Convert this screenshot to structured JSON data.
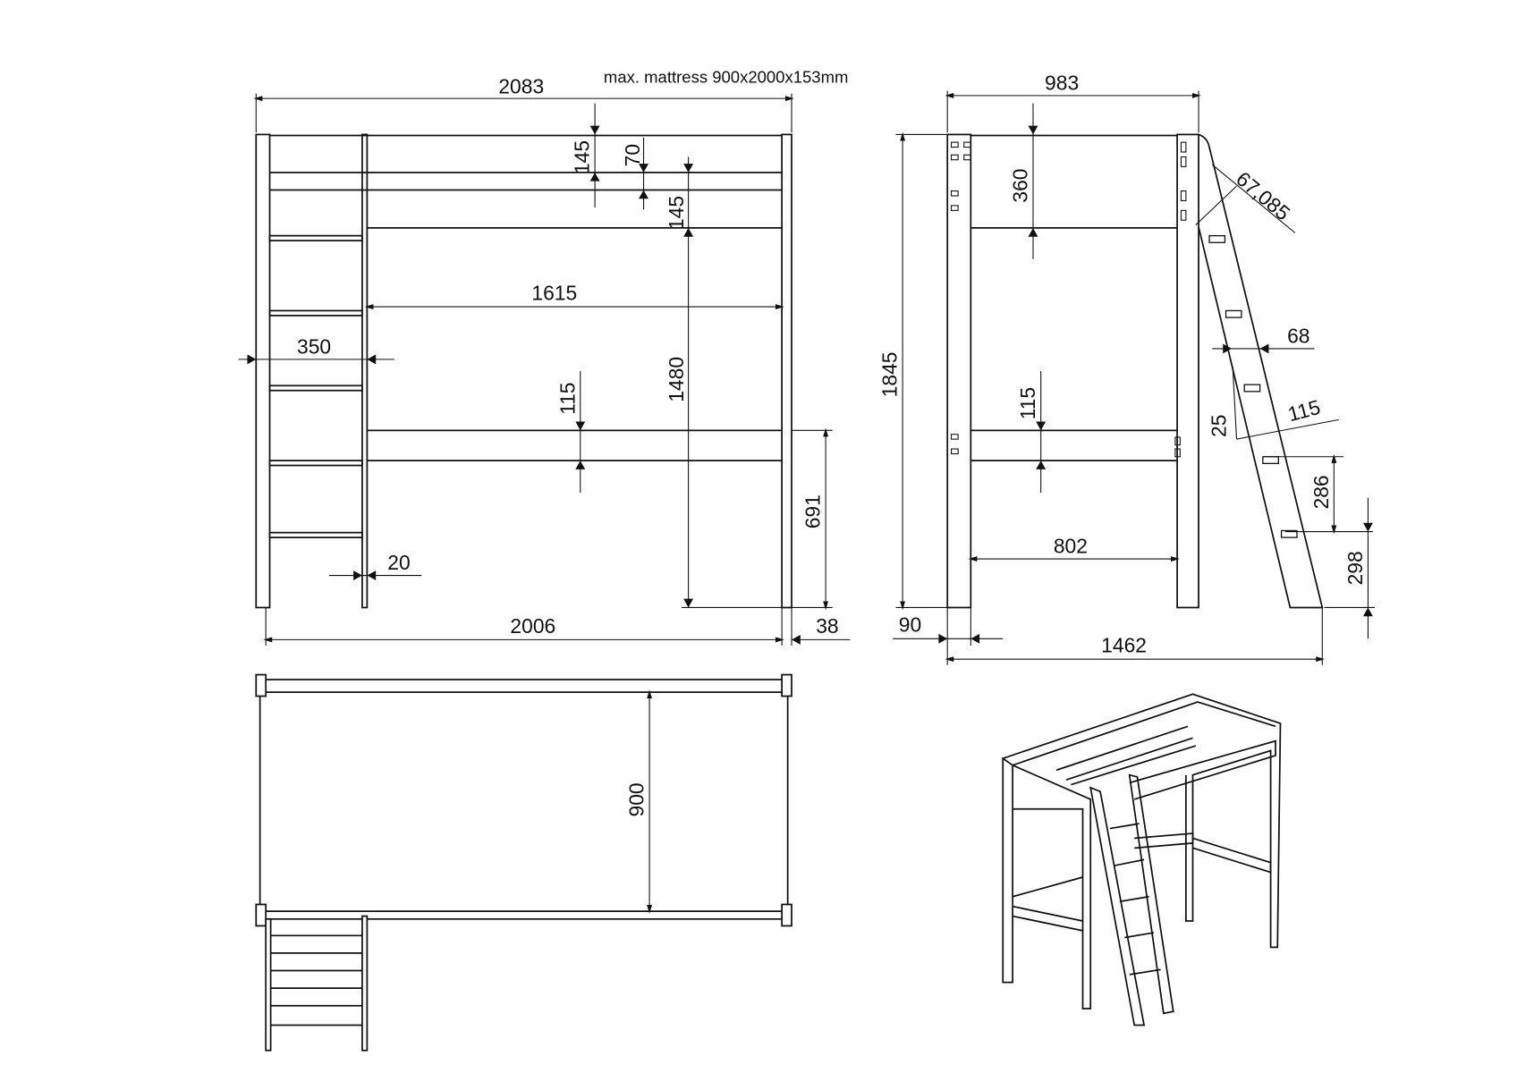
{
  "note": "max. mattress 900x2000x153mm",
  "front_view": {
    "overall_width": "2083",
    "top_rail_gap": "145",
    "rail_height": "70",
    "rail_to_bed": "145",
    "inner_length": "1615",
    "bed_height": "1480",
    "ladder_width": "350",
    "lower_rail": "115",
    "lower_height": "691",
    "rail_thickness": "20",
    "base_length": "2006",
    "post_width": "38"
  },
  "side_view": {
    "overall_width": "983",
    "total_height": "1845",
    "top_panel": "360",
    "lower_rail": "115",
    "inner_width": "802",
    "post_depth": "90",
    "overall_depth": "1462",
    "ladder_angle": "67,085",
    "ladder_stringer": "68",
    "rung_thickness": "25",
    "rung_width": "115",
    "rung_spacing": "286",
    "first_rung": "298"
  },
  "top_view": {
    "mattress_width": "900"
  }
}
